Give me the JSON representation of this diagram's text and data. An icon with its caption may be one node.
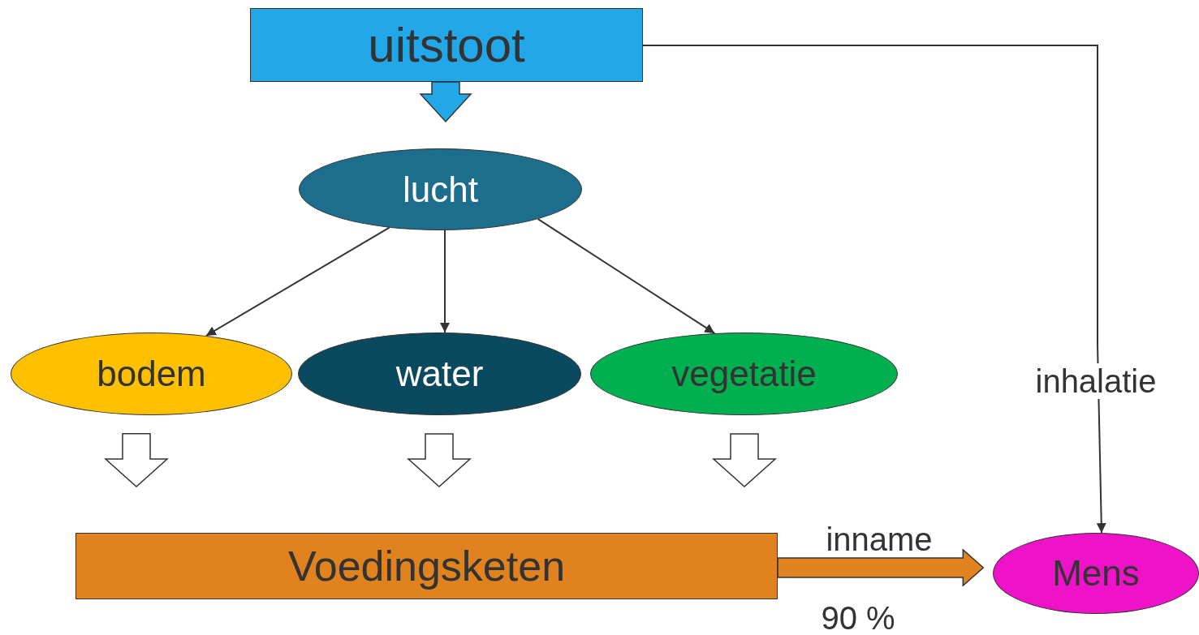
{
  "diagram": {
    "nodes": [
      {
        "text": [
          "uitstoot"
        ]
      },
      {
        "text": [
          "lucht"
        ]
      },
      {
        "text": [
          "bodem"
        ]
      },
      {
        "text": [
          "water"
        ]
      },
      {
        "text": [
          "vegetatie"
        ]
      },
      {
        "text": [
          "Voedingsketen"
        ]
      },
      {
        "text": [
          "Mens"
        ]
      }
    ],
    "edges": [
      {
        "from": 0,
        "to": 1,
        "arrow": "to",
        "style": "thick",
        "color": "#22a7e8"
      },
      {
        "from": 1,
        "to": 2,
        "arrow": "to"
      },
      {
        "from": 1,
        "to": 3,
        "arrow": "to"
      },
      {
        "from": 1,
        "to": 4,
        "arrow": "to"
      },
      {
        "from": 2,
        "to": 5,
        "arrow": "to",
        "style": "thick",
        "color": "#ffffff"
      },
      {
        "from": 3,
        "to": 5,
        "arrow": "to",
        "style": "thick",
        "color": "#ffffff"
      },
      {
        "from": 4,
        "to": 5,
        "arrow": "to",
        "style": "thick",
        "color": "#ffffff"
      },
      {
        "from": 0,
        "to": 6,
        "arrow": "to",
        "label": "inhalatie"
      },
      {
        "from": 5,
        "to": 6,
        "arrow": "to",
        "label": "inname",
        "style": "thick",
        "color": "#e0821e"
      }
    ],
    "labels": [
      "90 %"
    ]
  }
}
